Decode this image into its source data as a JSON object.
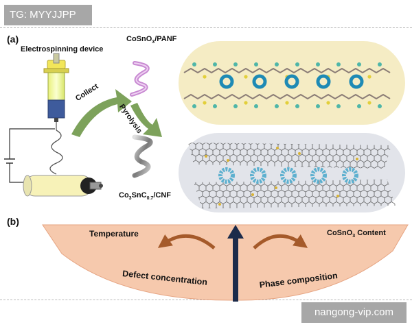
{
  "watermarks": {
    "top": "TG: MYYJJPP",
    "bottom": "nangong-vip.com"
  },
  "panel_a": {
    "label": "(a)",
    "device": "Electrospinning device",
    "collect": "Collect",
    "pyrolysis": "Pyrolysis",
    "product1": {
      "base": "CoSnO",
      "sub": "3",
      "rest": "/PANF"
    },
    "product2": {
      "p1": "Co",
      "s1": "3",
      "p2": "SnC",
      "s2": "0.7",
      "p3": "/CNF"
    }
  },
  "panel_b": {
    "label": "(b)",
    "temperature": "Temperature",
    "content": {
      "base": "CoSnO",
      "sub": "3",
      "rest": " Content"
    },
    "defect": "Defect concentration",
    "phase": "Phase composition"
  },
  "colors": {
    "arc": "#f6c9ad",
    "arc_edge": "#e6a482",
    "green_arrow": "#7da25b",
    "curl_arrow": "#a55a2a",
    "center_arrow": "#1c2b4a",
    "top_capsule": "#f5ecc4",
    "bottom_capsule": "#e2e4ea",
    "ring": "#1e8ab5",
    "pink_fiber": "#c88ad2",
    "grey_fiber": "#8c8c8c"
  }
}
